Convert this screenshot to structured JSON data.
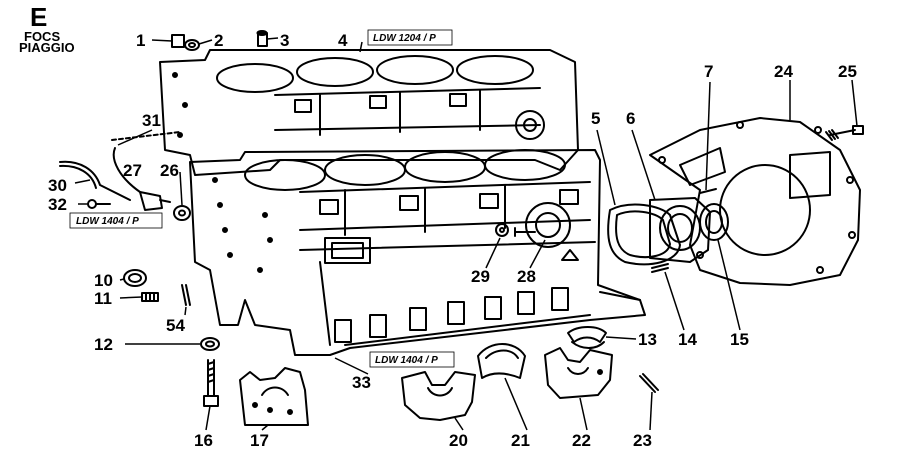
{
  "header": {
    "section_letter": "E",
    "brand_line1": "FOCS",
    "brand_line2": "PIAGGIO"
  },
  "model_tags": [
    "LDW 1204 / P",
    "LDW 1404 / P",
    "LDW 1404 / P"
  ],
  "callouts": [
    "1",
    "2",
    "3",
    "4",
    "5",
    "6",
    "7",
    "10",
    "11",
    "12",
    "13",
    "14",
    "15",
    "16",
    "17",
    "20",
    "21",
    "22",
    "23",
    "24",
    "25",
    "26",
    "27",
    "28",
    "29",
    "30",
    "31",
    "32",
    "33",
    "54"
  ]
}
